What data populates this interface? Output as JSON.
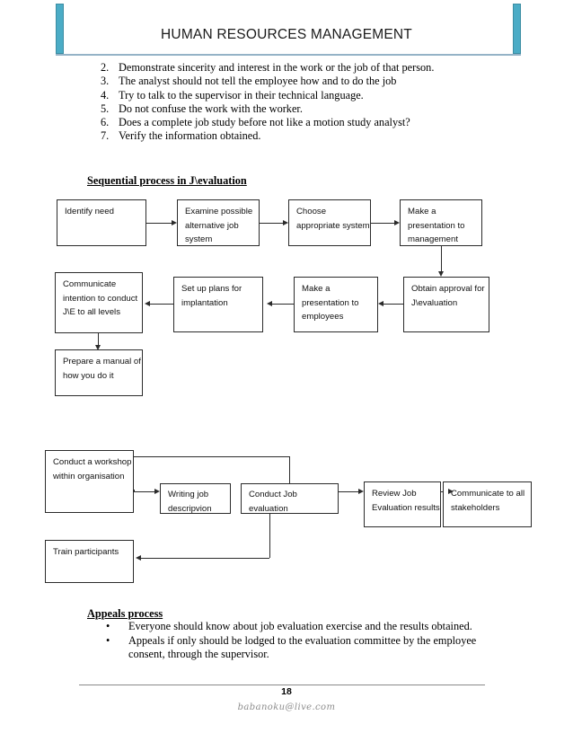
{
  "header": {
    "title": "HUMAN RESOURCES MANAGEMENT",
    "accent_color": "#4BACC6",
    "rule_color": "#95B3C7"
  },
  "numbered_list": [
    {
      "marker": "2.",
      "text": "Demonstrate sincerity and interest in the work or the job of that person."
    },
    {
      "marker": "3.",
      "text": "The analyst should not tell the employee how and to do the job"
    },
    {
      "marker": "4.",
      "text": "Try to talk to the supervisor in their technical language."
    },
    {
      "marker": "5.",
      "text": "Do not confuse the work with the worker."
    },
    {
      "marker": "6.",
      "text": "Does a complete job study before not like a motion study analyst?"
    },
    {
      "marker": "7.",
      "text": "Verify the information obtained."
    }
  ],
  "sequential_section": {
    "heading": "Sequential process in J\\evaluation",
    "boxes": [
      {
        "id": "identify-need",
        "text": "Identify need"
      },
      {
        "id": "examine-alternatives",
        "text": "Examine possible alternative job system"
      },
      {
        "id": "choose-system",
        "text": "Choose appropriate system"
      },
      {
        "id": "presentation-management",
        "text": "Make a presentation to management"
      },
      {
        "id": "obtain-approval",
        "text": "Obtain approval for J\\evaluation"
      },
      {
        "id": "presentation-employees",
        "text": "Make a presentation to employees"
      },
      {
        "id": "set-up-plans",
        "text": "Set up plans for implantation"
      },
      {
        "id": "communicate-intention",
        "text": "Communicate intention to conduct J\\E to all levels"
      },
      {
        "id": "prepare-manual",
        "text": "Prepare a manual of how you do it"
      }
    ]
  },
  "implementation_section": {
    "boxes": [
      {
        "id": "conduct-workshop",
        "text": "Conduct a workshop within organisation"
      },
      {
        "id": "writing-job-desc",
        "text": "Writing job descripvion"
      },
      {
        "id": "conduct-job-eval",
        "text": "Conduct Job evaluation"
      },
      {
        "id": "review-job-eval",
        "text": "Review Job Evaluation results"
      },
      {
        "id": "communicate-stake",
        "text": "Communicate to all stakeholders"
      },
      {
        "id": "train-participants",
        "text": "Train participants"
      }
    ]
  },
  "appeals_section": {
    "heading": "Appeals process",
    "bullet_glyph": "•",
    "bullets": [
      "Everyone should know about job evaluation exercise and the results obtained.",
      "Appeals if only should be lodged to the evaluation committee by the employee consent, through the supervisor."
    ]
  },
  "footer": {
    "page_number": "18",
    "email": "babanoku@live.com"
  }
}
